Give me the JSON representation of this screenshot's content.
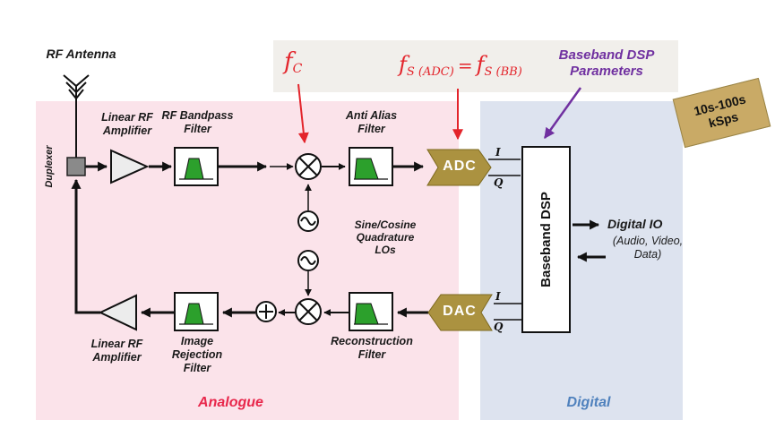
{
  "colors": {
    "analogue_bg": "#fbe3ea",
    "digital_bg": "#dde3ef",
    "params_bg": "#f1efeb",
    "converter_gold": "#ab9240",
    "badge_tan": "#c9aa66",
    "accent_red": "#e3242b",
    "accent_purple": "#7030a0",
    "digital_blue": "#4f81bd",
    "filter_green": "#2ca02c"
  },
  "antenna": {
    "label": "RF Antenna"
  },
  "duplexer": {
    "label": "Duplexer"
  },
  "top_path": {
    "amp_label": "Linear RF\nAmplifier",
    "bandpass_label": "RF Bandpass\nFilter",
    "antialias_label": "Anti Alias\nFilter",
    "adc_label": "ADC",
    "i_label": "I",
    "q_label": "Q"
  },
  "lo": {
    "label": "Sine/Cosine\nQuadrature\nLOs"
  },
  "bottom_path": {
    "dac_label": "DAC",
    "recon_label": "Reconstruction\nFilter",
    "image_rejection_label": "Image\nRejection\nFilter",
    "amp_label": "Linear RF\nAmplifier",
    "i_label": "I",
    "q_label": "Q"
  },
  "dsp": {
    "label": "Baseband DSP"
  },
  "params": {
    "fc": {
      "base": "f",
      "sub": "C"
    },
    "fs": {
      "base": "f",
      "sub": "S (ADC)",
      "equals": "=",
      "base2": "f",
      "sub2": "S (BB)"
    },
    "dsp_params_label": "Baseband DSP\nParameters"
  },
  "io": {
    "digital_io_label": "Digital IO",
    "detail_label": "(Audio, Video,\nData)"
  },
  "badge": {
    "label": "10s-100s\nkSps"
  },
  "regions": {
    "analogue_label": "Analogue",
    "digital_label": "Digital"
  }
}
